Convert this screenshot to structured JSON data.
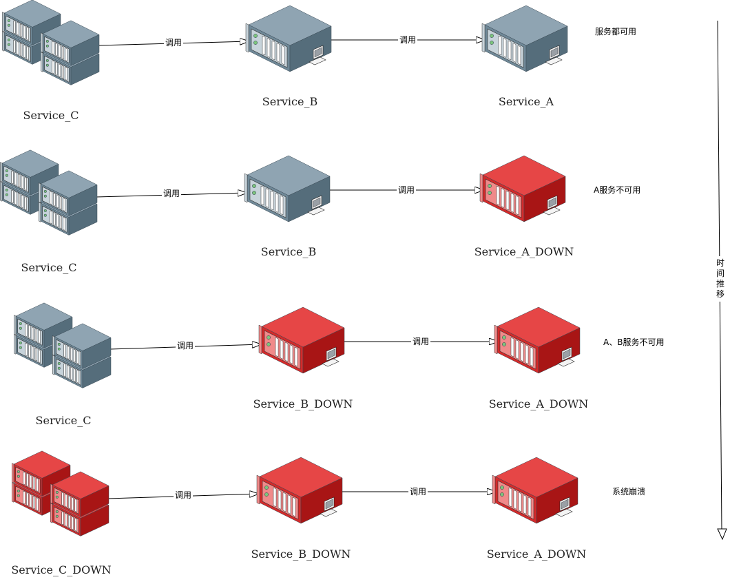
{
  "colors": {
    "healthy_top": "#8fa4b2",
    "healthy_front": "#6f8897",
    "healthy_side": "#556d7b",
    "healthy_face": "#c7d3da",
    "down_top": "#e64646",
    "down_front": "#d42a2a",
    "down_side": "#a81515",
    "down_face": "#f08a8a",
    "arrow": "#000000"
  },
  "call_label": "调用",
  "rows": [
    {
      "nodes": [
        {
          "label": "Service_C",
          "type": "cluster",
          "state": "healthy"
        },
        {
          "label": "Service_B",
          "type": "server",
          "state": "healthy"
        },
        {
          "label": "Service_A",
          "type": "server",
          "state": "healthy"
        }
      ],
      "status": "服务都可用"
    },
    {
      "nodes": [
        {
          "label": "Service_C",
          "type": "cluster",
          "state": "healthy"
        },
        {
          "label": "Service_B",
          "type": "server",
          "state": "healthy"
        },
        {
          "label": "Service_A_DOWN",
          "type": "server",
          "state": "down"
        }
      ],
      "status": "A服务不可用"
    },
    {
      "nodes": [
        {
          "label": "Service_C",
          "type": "cluster",
          "state": "healthy"
        },
        {
          "label": "Service_B_DOWN",
          "type": "server",
          "state": "down"
        },
        {
          "label": "Service_A_DOWN",
          "type": "server",
          "state": "down"
        }
      ],
      "status": "A、B服务不可用"
    },
    {
      "nodes": [
        {
          "label": "Service_C_DOWN",
          "type": "cluster",
          "state": "down"
        },
        {
          "label": "Service_B_DOWN",
          "type": "server",
          "state": "down"
        },
        {
          "label": "Service_A_DOWN",
          "type": "server",
          "state": "down"
        }
      ],
      "status": "系统崩溃"
    }
  ],
  "time_axis_label": [
    "时",
    "间",
    "推",
    "移"
  ]
}
